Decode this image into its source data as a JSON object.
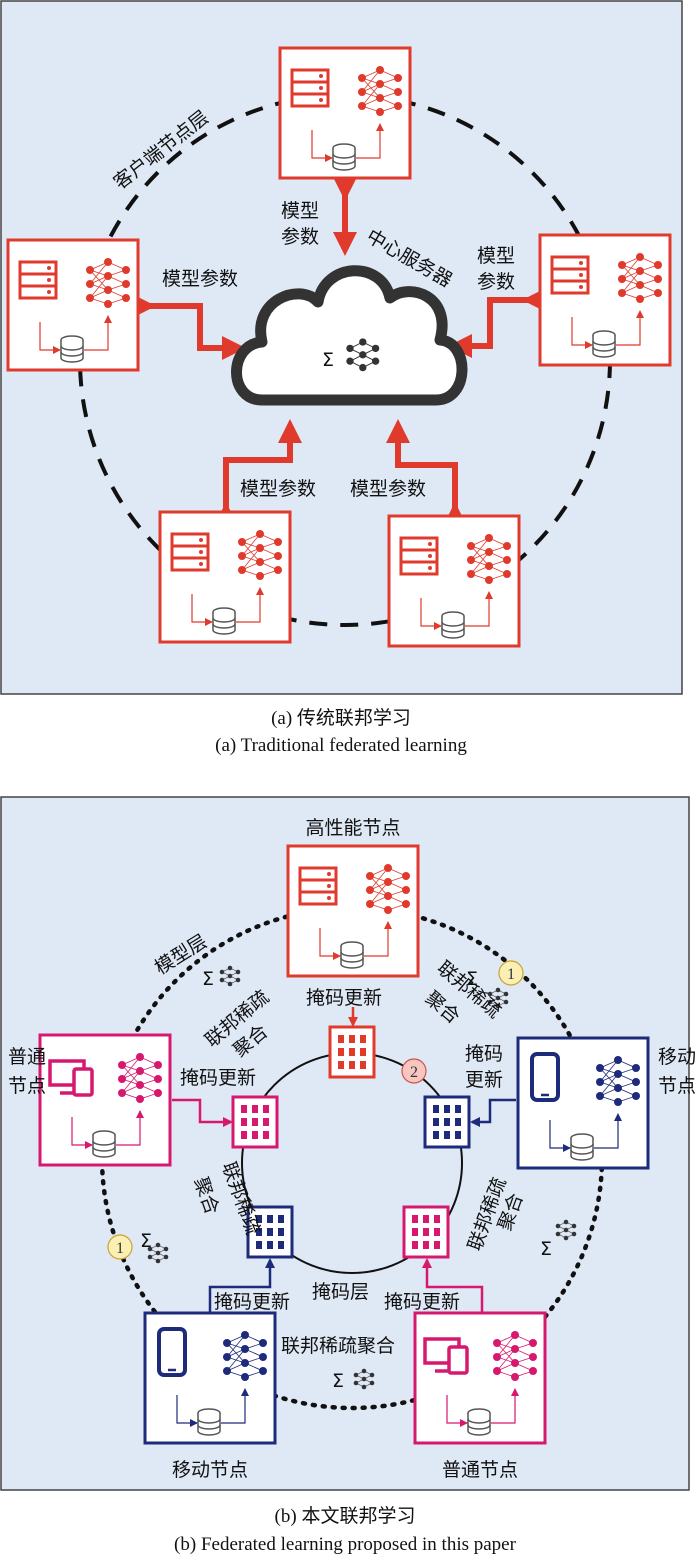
{
  "panel_a": {
    "layer_label": "客户端节点层",
    "server_label": "中心服务器",
    "edge_labels": [
      "模型",
      "参数",
      "模型参数"
    ],
    "caption_cn": "(a) 传统联邦学习",
    "caption_en": "(a) Traditional federated learning"
  },
  "panel_b": {
    "top_node": "高性能节点",
    "model_layer": "模型层",
    "mask_layer": "掩码层",
    "mask_update": "掩码更新",
    "sparse_agg": "联邦稀疏聚合",
    "sparse_agg_a": "联邦稀疏",
    "sparse_agg_b": "聚合",
    "mask_a": "掩码",
    "update_b": "更新",
    "normal_a": "普通",
    "normal_b": "节点",
    "mobile_a": "移动",
    "mobile_b": "节点",
    "mobile_node": "移动节点",
    "normal_node": "普通节点",
    "step1": "1",
    "step2": "2",
    "sigma": "Σ",
    "caption_cn": "(b) 本文联邦学习",
    "caption_en": "(b) Federated learning proposed in this paper"
  },
  "colors": {
    "red": "#e03a2c",
    "magenta": "#d6186f",
    "navy": "#1d2b7a",
    "panel_bg": "#dfe9f6"
  },
  "icons": [
    "server-icon",
    "neural-net-icon",
    "database-icon",
    "cloud-icon",
    "phone-icon",
    "monitor-icon",
    "mask-grid-icon"
  ]
}
